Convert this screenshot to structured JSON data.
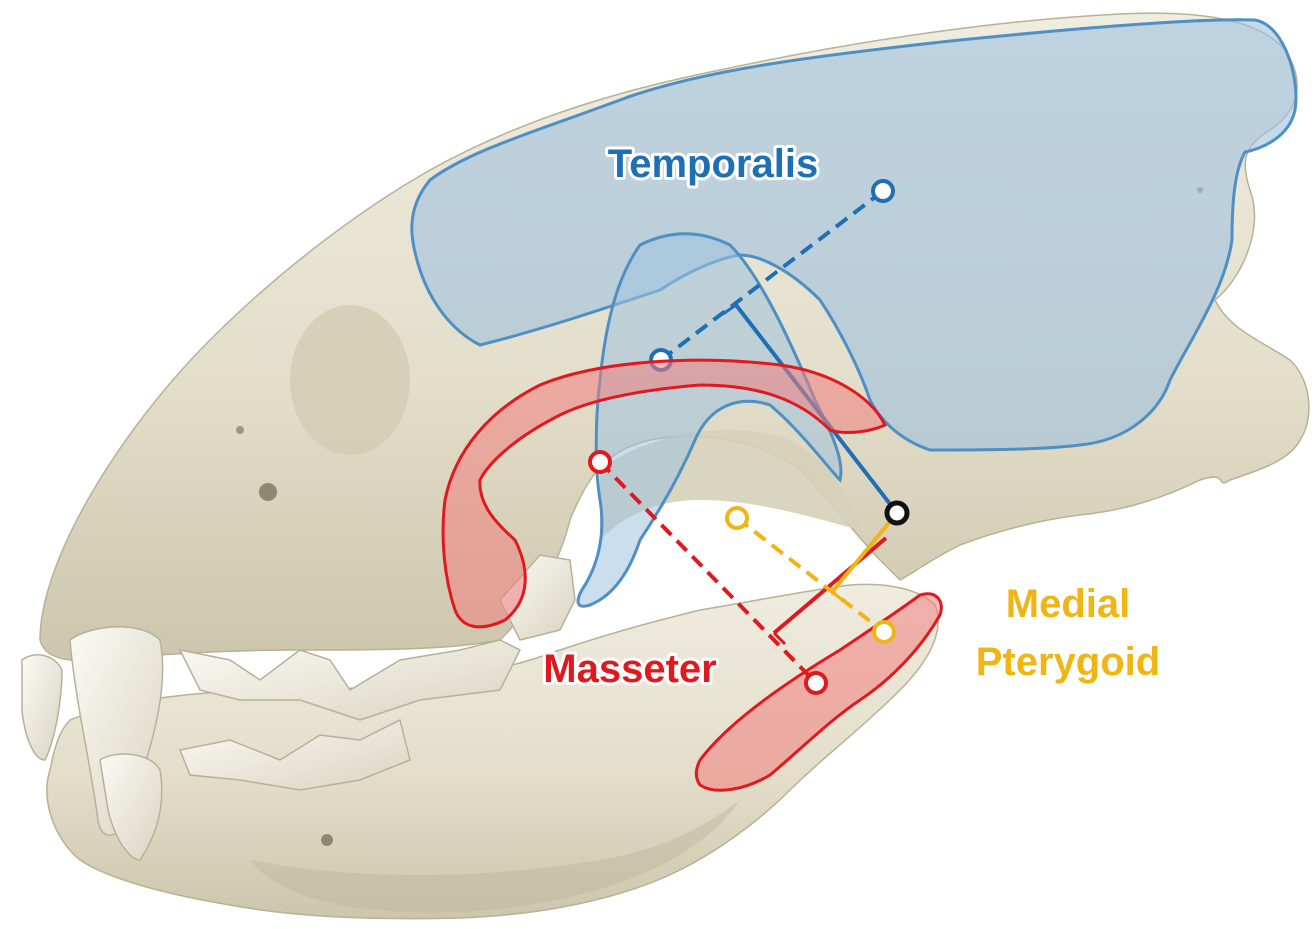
{
  "labels": {
    "temporalis": "Temporalis",
    "masseter": "Masseter",
    "medial_pterygoid_line1": "Medial",
    "medial_pterygoid_line2": "Pterygoid"
  },
  "colors": {
    "temporalis": "#1f6fb5",
    "temporalis_fill": "#9fc2df",
    "masseter": "#e0191f",
    "masseter_fill": "#f08080",
    "medial_pterygoid": "#f0b414",
    "bone": "#e6e2cf",
    "bone_shadow": "#b9b39c",
    "joint": "#111111"
  },
  "icons": {
    "skull": "carnivore-skull-lateral-view",
    "attachment_point": "open-circle-marker",
    "jaw_joint": "black-ring-marker"
  }
}
